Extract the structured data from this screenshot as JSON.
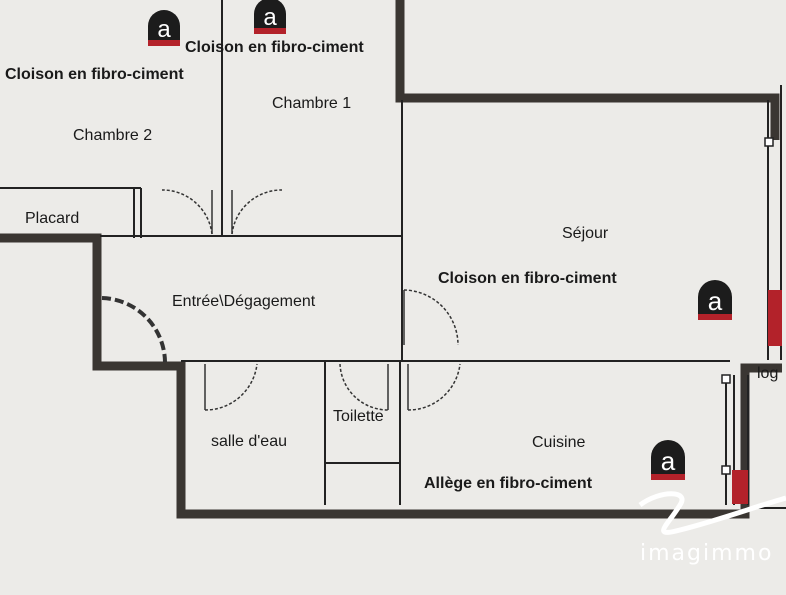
{
  "rooms": {
    "chambre1": "Chambre 1",
    "chambre2": "Chambre 2",
    "placard": "Placard",
    "sejour": "Séjour",
    "entree": "Entrée\\Dégagement",
    "salle_eau": "salle d'eau",
    "toilette": "Toilette",
    "cuisine": "Cuisine",
    "loggia_partial": "log"
  },
  "annotations": {
    "cloison_1": "Cloison en fibro-ciment",
    "cloison_2": "Cloison en fibro-ciment",
    "cloison_3": "Cloison en fibro-ciment",
    "allege": "Allège en fibro-ciment"
  },
  "marker_logo_letter": "a",
  "watermark": "imagimmo",
  "colors": {
    "background": "#ecebe8",
    "wall": "#3a3632",
    "marker_red": "#b3222a",
    "marker_dark": "#1c1c1c"
  }
}
